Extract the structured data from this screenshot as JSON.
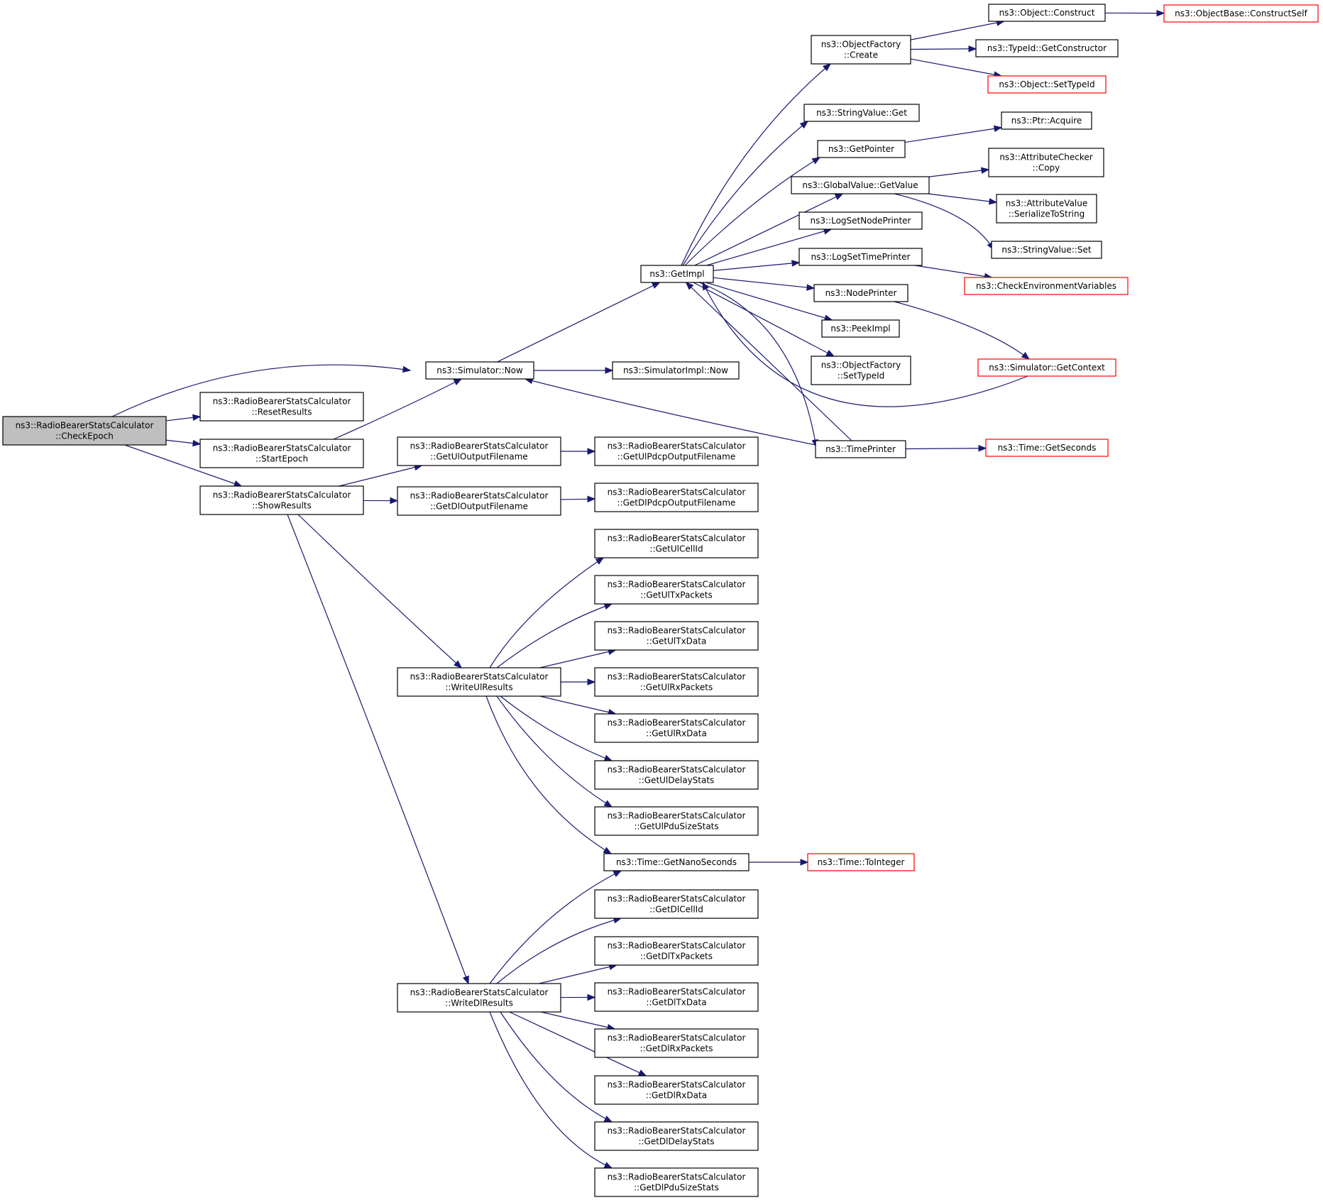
{
  "colors": {
    "edge": "#191970",
    "root_fill": "#bfbfbf",
    "node_fill": "#ffffff",
    "node_border": "#000000",
    "truncated_border": "#ff0000"
  },
  "nodes": [
    {
      "id": "n_checkepoch",
      "root": true,
      "lines": [
        "ns3::RadioBearerStatsCalculator",
        "::CheckEpoch"
      ]
    },
    {
      "id": "n_simnow",
      "lines": [
        "ns3::Simulator::Now"
      ]
    },
    {
      "id": "n_resetresults",
      "lines": [
        "ns3::RadioBearerStatsCalculator",
        "::ResetResults"
      ]
    },
    {
      "id": "n_startepoch",
      "lines": [
        "ns3::RadioBearerStatsCalculator",
        "::StartEpoch"
      ]
    },
    {
      "id": "n_showresults",
      "lines": [
        "ns3::RadioBearerStatsCalculator",
        "::ShowResults"
      ]
    },
    {
      "id": "n_getulof",
      "lines": [
        "ns3::RadioBearerStatsCalculator",
        "::GetUlOutputFilename"
      ]
    },
    {
      "id": "n_getdlof",
      "lines": [
        "ns3::RadioBearerStatsCalculator",
        "::GetDlOutputFilename"
      ]
    },
    {
      "id": "n_writeul",
      "lines": [
        "ns3::RadioBearerStatsCalculator",
        "::WriteUlResults"
      ]
    },
    {
      "id": "n_writedl",
      "lines": [
        "ns3::RadioBearerStatsCalculator",
        "::WriteDlResults"
      ]
    },
    {
      "id": "n_getimpl",
      "lines": [
        "ns3::GetImpl"
      ]
    },
    {
      "id": "n_simimplnow",
      "lines": [
        "ns3::SimulatorImpl::Now"
      ]
    },
    {
      "id": "n_getulpdcp",
      "lines": [
        "ns3::RadioBearerStatsCalculator",
        "::GetUlPdcpOutputFilename"
      ]
    },
    {
      "id": "n_getdlpdcp",
      "lines": [
        "ns3::RadioBearerStatsCalculator",
        "::GetDlPdcpOutputFilename"
      ]
    },
    {
      "id": "n_getulcellid",
      "lines": [
        "ns3::RadioBearerStatsCalculator",
        "::GetUlCellId"
      ]
    },
    {
      "id": "n_getultxpackets",
      "lines": [
        "ns3::RadioBearerStatsCalculator",
        "::GetUlTxPackets"
      ]
    },
    {
      "id": "n_getultxdata",
      "lines": [
        "ns3::RadioBearerStatsCalculator",
        "::GetUlTxData"
      ]
    },
    {
      "id": "n_getulrxpackets",
      "lines": [
        "ns3::RadioBearerStatsCalculator",
        "::GetUlRxPackets"
      ]
    },
    {
      "id": "n_getulrxdata",
      "lines": [
        "ns3::RadioBearerStatsCalculator",
        "::GetUlRxData"
      ]
    },
    {
      "id": "n_getuldelay",
      "lines": [
        "ns3::RadioBearerStatsCalculator",
        "::GetUlDelayStats"
      ]
    },
    {
      "id": "n_getulpdu",
      "lines": [
        "ns3::RadioBearerStatsCalculator",
        "::GetUlPduSizeStats"
      ]
    },
    {
      "id": "n_getnanos",
      "lines": [
        "ns3::Time::GetNanoSeconds"
      ]
    },
    {
      "id": "n_getdlcellid",
      "lines": [
        "ns3::RadioBearerStatsCalculator",
        "::GetDlCellId"
      ]
    },
    {
      "id": "n_getdltxpackets",
      "lines": [
        "ns3::RadioBearerStatsCalculator",
        "::GetDlTxPackets"
      ]
    },
    {
      "id": "n_getdltxdata",
      "lines": [
        "ns3::RadioBearerStatsCalculator",
        "::GetDlTxData"
      ]
    },
    {
      "id": "n_getdlrxpackets",
      "lines": [
        "ns3::RadioBearerStatsCalculator",
        "::GetDlRxPackets"
      ]
    },
    {
      "id": "n_getdlrxdata",
      "lines": [
        "ns3::RadioBearerStatsCalculator",
        "::GetDlRxData"
      ]
    },
    {
      "id": "n_getdldelay",
      "lines": [
        "ns3::RadioBearerStatsCalculator",
        "::GetDlDelayStats"
      ]
    },
    {
      "id": "n_getdlpdu",
      "lines": [
        "ns3::RadioBearerStatsCalculator",
        "::GetDlPduSizeStats"
      ]
    },
    {
      "id": "n_ofcreate",
      "lines": [
        "ns3::ObjectFactory",
        "::Create"
      ]
    },
    {
      "id": "n_stringget",
      "lines": [
        "ns3::StringValue::Get"
      ]
    },
    {
      "id": "n_getpointer",
      "lines": [
        "ns3::GetPointer"
      ]
    },
    {
      "id": "n_gvgetvalue",
      "lines": [
        "ns3::GlobalValue::GetValue"
      ]
    },
    {
      "id": "n_logsetnode",
      "lines": [
        "ns3::LogSetNodePrinter"
      ]
    },
    {
      "id": "n_logsettime",
      "lines": [
        "ns3::LogSetTimePrinter"
      ]
    },
    {
      "id": "n_nodeprinter",
      "lines": [
        "ns3::NodePrinter"
      ]
    },
    {
      "id": "n_peekimpl",
      "lines": [
        "ns3::PeekImpl"
      ]
    },
    {
      "id": "n_ofsettypeid",
      "lines": [
        "ns3::ObjectFactory",
        "::SetTypeId"
      ]
    },
    {
      "id": "n_timeprinter",
      "lines": [
        "ns3::TimePrinter"
      ]
    },
    {
      "id": "n_toint",
      "truncated": true,
      "lines": [
        "ns3::Time::ToInteger"
      ]
    },
    {
      "id": "n_objconstruct",
      "lines": [
        "ns3::Object::Construct"
      ]
    },
    {
      "id": "n_typeidgetctor",
      "lines": [
        "ns3::TypeId::GetConstructor"
      ]
    },
    {
      "id": "n_objsettypeid",
      "truncated": true,
      "lines": [
        "ns3::Object::SetTypeId"
      ]
    },
    {
      "id": "n_ptracquire",
      "lines": [
        "ns3::Ptr::Acquire"
      ]
    },
    {
      "id": "n_accopy",
      "lines": [
        "ns3::AttributeChecker",
        "::Copy"
      ]
    },
    {
      "id": "n_avserialize",
      "lines": [
        "ns3::AttributeValue",
        "::SerializeToString"
      ]
    },
    {
      "id": "n_stringset",
      "lines": [
        "ns3::StringValue::Set"
      ]
    },
    {
      "id": "n_checkenv",
      "truncated": true,
      "lines": [
        "ns3::CheckEnvironmentVariables"
      ]
    },
    {
      "id": "n_getcontext",
      "truncated": true,
      "lines": [
        "ns3::Simulator::GetContext"
      ]
    },
    {
      "id": "n_getseconds",
      "truncated": true,
      "lines": [
        "ns3::Time::GetSeconds"
      ]
    },
    {
      "id": "n_obconstructself",
      "truncated": true,
      "lines": [
        "ns3::ObjectBase::ConstructSelf"
      ]
    }
  ],
  "edges": [
    {
      "from": "n_checkepoch",
      "to": "n_simnow"
    },
    {
      "from": "n_checkepoch",
      "to": "n_resetresults"
    },
    {
      "from": "n_checkepoch",
      "to": "n_startepoch"
    },
    {
      "from": "n_checkepoch",
      "to": "n_showresults"
    },
    {
      "from": "n_startepoch",
      "to": "n_simnow"
    },
    {
      "from": "n_simnow",
      "to": "n_getimpl"
    },
    {
      "from": "n_simnow",
      "to": "n_simimplnow"
    },
    {
      "from": "n_showresults",
      "to": "n_getulof"
    },
    {
      "from": "n_showresults",
      "to": "n_getdlof"
    },
    {
      "from": "n_showresults",
      "to": "n_writeul"
    },
    {
      "from": "n_showresults",
      "to": "n_writedl"
    },
    {
      "from": "n_getulof",
      "to": "n_getulpdcp"
    },
    {
      "from": "n_getdlof",
      "to": "n_getdlpdcp"
    },
    {
      "from": "n_writeul",
      "to": "n_getulcellid"
    },
    {
      "from": "n_writeul",
      "to": "n_getultxpackets"
    },
    {
      "from": "n_writeul",
      "to": "n_getultxdata"
    },
    {
      "from": "n_writeul",
      "to": "n_getulrxpackets"
    },
    {
      "from": "n_writeul",
      "to": "n_getulrxdata"
    },
    {
      "from": "n_writeul",
      "to": "n_getuldelay"
    },
    {
      "from": "n_writeul",
      "to": "n_getulpdu"
    },
    {
      "from": "n_writeul",
      "to": "n_getnanos"
    },
    {
      "from": "n_writedl",
      "to": "n_getnanos"
    },
    {
      "from": "n_writedl",
      "to": "n_getdlcellid"
    },
    {
      "from": "n_writedl",
      "to": "n_getdltxpackets"
    },
    {
      "from": "n_writedl",
      "to": "n_getdltxdata"
    },
    {
      "from": "n_writedl",
      "to": "n_getdlrxpackets"
    },
    {
      "from": "n_writedl",
      "to": "n_getdlrxdata"
    },
    {
      "from": "n_writedl",
      "to": "n_getdldelay"
    },
    {
      "from": "n_writedl",
      "to": "n_getdlpdu"
    },
    {
      "from": "n_getnanos",
      "to": "n_toint"
    },
    {
      "from": "n_getimpl",
      "to": "n_ofcreate"
    },
    {
      "from": "n_getimpl",
      "to": "n_stringget"
    },
    {
      "from": "n_getimpl",
      "to": "n_getpointer"
    },
    {
      "from": "n_getimpl",
      "to": "n_gvgetvalue"
    },
    {
      "from": "n_getimpl",
      "to": "n_logsetnode"
    },
    {
      "from": "n_getimpl",
      "to": "n_logsettime"
    },
    {
      "from": "n_getimpl",
      "to": "n_nodeprinter"
    },
    {
      "from": "n_getimpl",
      "to": "n_peekimpl"
    },
    {
      "from": "n_getimpl",
      "to": "n_ofsettypeid"
    },
    {
      "from": "n_getimpl",
      "to": "n_timeprinter"
    },
    {
      "from": "n_getcontext",
      "to": "n_getimpl"
    },
    {
      "from": "n_timeprinter",
      "to": "n_getimpl"
    },
    {
      "from": "n_timeprinter",
      "to": "n_simnow"
    },
    {
      "from": "n_timeprinter",
      "to": "n_getseconds"
    },
    {
      "from": "n_ofcreate",
      "to": "n_objconstruct"
    },
    {
      "from": "n_ofcreate",
      "to": "n_typeidgetctor"
    },
    {
      "from": "n_ofcreate",
      "to": "n_objsettypeid"
    },
    {
      "from": "n_objconstruct",
      "to": "n_obconstructself"
    },
    {
      "from": "n_getpointer",
      "to": "n_ptracquire"
    },
    {
      "from": "n_gvgetvalue",
      "to": "n_accopy"
    },
    {
      "from": "n_gvgetvalue",
      "to": "n_avserialize"
    },
    {
      "from": "n_gvgetvalue",
      "to": "n_stringset"
    },
    {
      "from": "n_logsettime",
      "to": "n_checkenv"
    },
    {
      "from": "n_nodeprinter",
      "to": "n_getcontext"
    }
  ]
}
